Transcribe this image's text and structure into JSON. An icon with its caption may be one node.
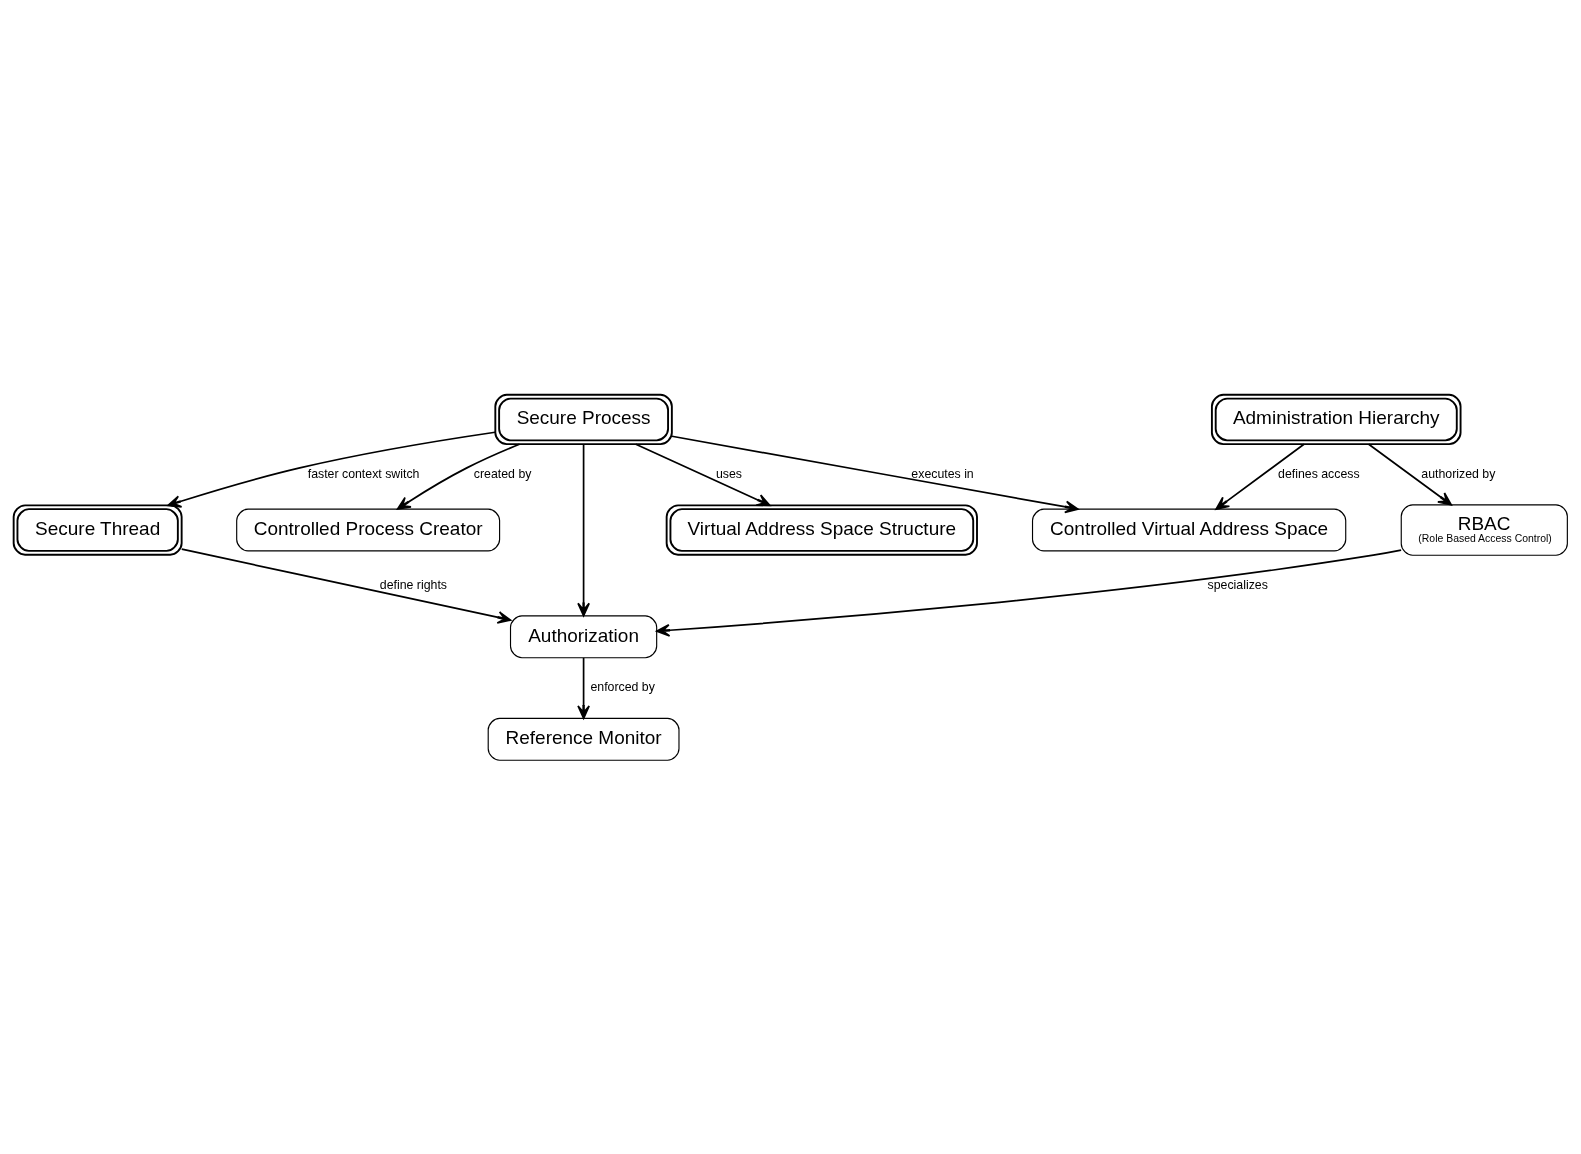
{
  "diagram": {
    "nodes": [
      {
        "text": [
          "Virtual Address Space Structure"
        ]
      },
      {
        "text": [
          "Controlled Virtual Address Space"
        ]
      },
      {
        "text": [
          "Secure Process"
        ]
      },
      {
        "text": [
          "Administration Hierarchy"
        ]
      },
      {
        "text": [
          "Secure Thread"
        ]
      },
      {
        "text": [
          "Controlled Process Creator"
        ]
      },
      {
        "text": [
          "RBAC",
          "(Role Based Access Control)"
        ]
      },
      {
        "text": [
          "Authorization"
        ]
      },
      {
        "text": [
          "Reference Monitor"
        ]
      }
    ],
    "edges": [
      {
        "from": 2,
        "to": 0,
        "arrow": "to",
        "label": "uses"
      },
      {
        "from": 2,
        "to": 1,
        "arrow": "to",
        "label": "executes in"
      },
      {
        "from": 3,
        "to": 1,
        "arrow": "to",
        "label": "defines access"
      },
      {
        "from": 2,
        "to": 4,
        "arrow": "to",
        "label": "faster context switch"
      },
      {
        "from": 2,
        "to": 5,
        "arrow": "to",
        "label": "created by"
      },
      {
        "from": 3,
        "to": 6,
        "arrow": "to",
        "label": "authorized by"
      },
      {
        "from": 2,
        "to": 7,
        "arrow": "to"
      },
      {
        "from": 4,
        "to": 7,
        "arrow": "to",
        "label": "define rights"
      },
      {
        "from": 6,
        "to": 7,
        "arrow": "to",
        "label": "specializes"
      },
      {
        "from": 7,
        "to": 8,
        "arrow": "to",
        "label": "enforced by"
      }
    ]
  }
}
